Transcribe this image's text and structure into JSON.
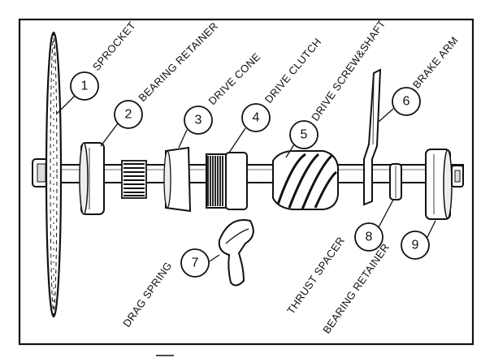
{
  "parts": [
    {
      "number": "1",
      "name": "SPROCKET"
    },
    {
      "number": "2",
      "name": "BEARING RETAINER"
    },
    {
      "number": "3",
      "name": "DRIVE CONE"
    },
    {
      "number": "4",
      "name": "DRIVE CLUTCH"
    },
    {
      "number": "5",
      "name": "DRIVE SCREW&SHAFT"
    },
    {
      "number": "6",
      "name": "BRAKE ARM"
    },
    {
      "number": "7",
      "name": "DRAG SPRING"
    },
    {
      "number": "8",
      "name": "THRUST SPACER"
    },
    {
      "number": "9",
      "name": "BEARING RETAINER"
    }
  ]
}
